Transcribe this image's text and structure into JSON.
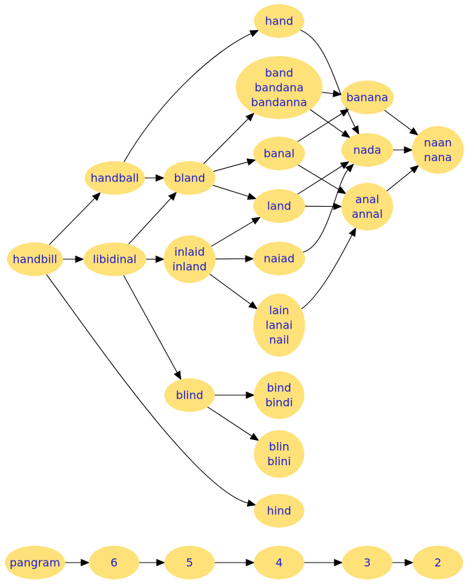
{
  "colors": {
    "node_fill": "#ffe17a",
    "node_text": "#1a1acc",
    "edge": "#000000",
    "background": "#ffffff"
  },
  "nodes": [
    {
      "id": "handbill",
      "lines": [
        "handbill"
      ]
    },
    {
      "id": "handball",
      "lines": [
        "handball"
      ]
    },
    {
      "id": "libidinal",
      "lines": [
        "libidinal"
      ]
    },
    {
      "id": "hand",
      "lines": [
        "hand"
      ]
    },
    {
      "id": "bland",
      "lines": [
        "bland"
      ]
    },
    {
      "id": "inlaid",
      "lines": [
        "inlaid",
        "inland"
      ]
    },
    {
      "id": "blind",
      "lines": [
        "blind"
      ]
    },
    {
      "id": "band",
      "lines": [
        "band",
        "bandana",
        "bandanna"
      ]
    },
    {
      "id": "banal",
      "lines": [
        "banal"
      ]
    },
    {
      "id": "land",
      "lines": [
        "land"
      ]
    },
    {
      "id": "naiad",
      "lines": [
        "naiad"
      ]
    },
    {
      "id": "lain",
      "lines": [
        "lain",
        "lanai",
        "nail"
      ]
    },
    {
      "id": "bind",
      "lines": [
        "bind",
        "bindi"
      ]
    },
    {
      "id": "blin",
      "lines": [
        "blin",
        "blini"
      ]
    },
    {
      "id": "hind",
      "lines": [
        "hind"
      ]
    },
    {
      "id": "banana",
      "lines": [
        "banana"
      ]
    },
    {
      "id": "nada",
      "lines": [
        "nada"
      ]
    },
    {
      "id": "anal",
      "lines": [
        "anal",
        "annal"
      ]
    },
    {
      "id": "naan",
      "lines": [
        "naan",
        "nana"
      ]
    },
    {
      "id": "pangram",
      "lines": [
        "pangram"
      ]
    },
    {
      "id": "n6",
      "lines": [
        "6"
      ]
    },
    {
      "id": "n5",
      "lines": [
        "5"
      ]
    },
    {
      "id": "n4",
      "lines": [
        "4"
      ]
    },
    {
      "id": "n3",
      "lines": [
        "3"
      ]
    },
    {
      "id": "n2",
      "lines": [
        "2"
      ]
    }
  ],
  "edges": [
    {
      "from": "handbill",
      "to": "handball"
    },
    {
      "from": "handbill",
      "to": "libidinal"
    },
    {
      "from": "handbill",
      "to": "hind"
    },
    {
      "from": "handball",
      "to": "hand"
    },
    {
      "from": "handball",
      "to": "bland"
    },
    {
      "from": "libidinal",
      "to": "bland"
    },
    {
      "from": "libidinal",
      "to": "inlaid"
    },
    {
      "from": "libidinal",
      "to": "blind"
    },
    {
      "from": "bland",
      "to": "band"
    },
    {
      "from": "bland",
      "to": "banal"
    },
    {
      "from": "bland",
      "to": "land"
    },
    {
      "from": "inlaid",
      "to": "land"
    },
    {
      "from": "inlaid",
      "to": "naiad"
    },
    {
      "from": "inlaid",
      "to": "lain"
    },
    {
      "from": "blind",
      "to": "bind"
    },
    {
      "from": "blind",
      "to": "blin"
    },
    {
      "from": "hand",
      "to": "nada"
    },
    {
      "from": "band",
      "to": "banana"
    },
    {
      "from": "band",
      "to": "nada"
    },
    {
      "from": "banal",
      "to": "banana"
    },
    {
      "from": "banal",
      "to": "anal"
    },
    {
      "from": "land",
      "to": "nada"
    },
    {
      "from": "land",
      "to": "anal"
    },
    {
      "from": "naiad",
      "to": "nada"
    },
    {
      "from": "lain",
      "to": "anal"
    },
    {
      "from": "banana",
      "to": "naan"
    },
    {
      "from": "nada",
      "to": "naan"
    },
    {
      "from": "anal",
      "to": "naan"
    },
    {
      "from": "pangram",
      "to": "n6"
    },
    {
      "from": "n6",
      "to": "n5"
    },
    {
      "from": "n5",
      "to": "n4"
    },
    {
      "from": "n4",
      "to": "n3"
    },
    {
      "from": "n3",
      "to": "n2"
    }
  ]
}
